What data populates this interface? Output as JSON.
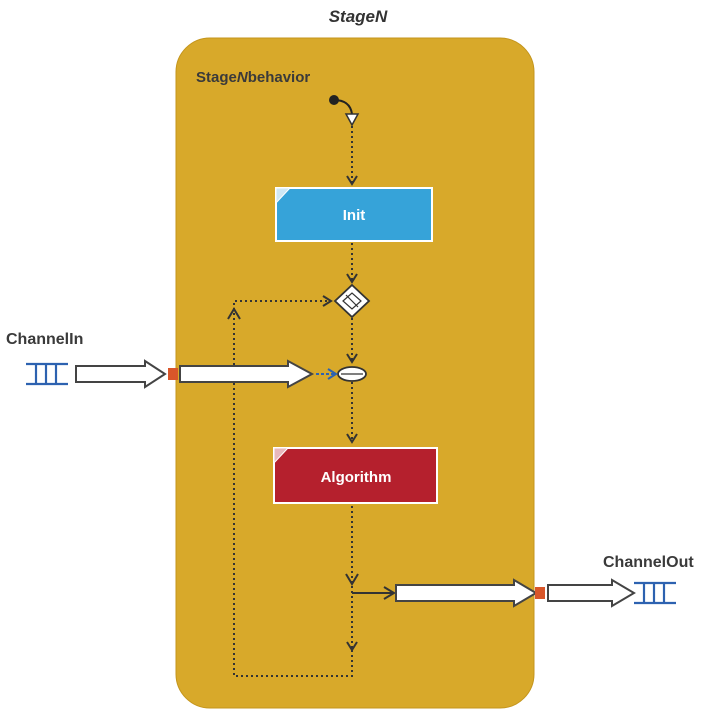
{
  "diagram": {
    "title_prefix": "Stage",
    "title_suffix": "N",
    "behavior_prefix": "Stage",
    "behavior_italic": "N",
    "behavior_suffix": "behavior",
    "actions": {
      "init": "Init",
      "algorithm": "Algorithm"
    },
    "ports": {
      "in": "ChannelIn",
      "out": "ChannelOut"
    }
  },
  "colors": {
    "stage": "#d8a92a",
    "init": "#36a3d9",
    "algorithm": "#b5202d",
    "port": "#d9562a",
    "channel": "#2d62b0"
  }
}
